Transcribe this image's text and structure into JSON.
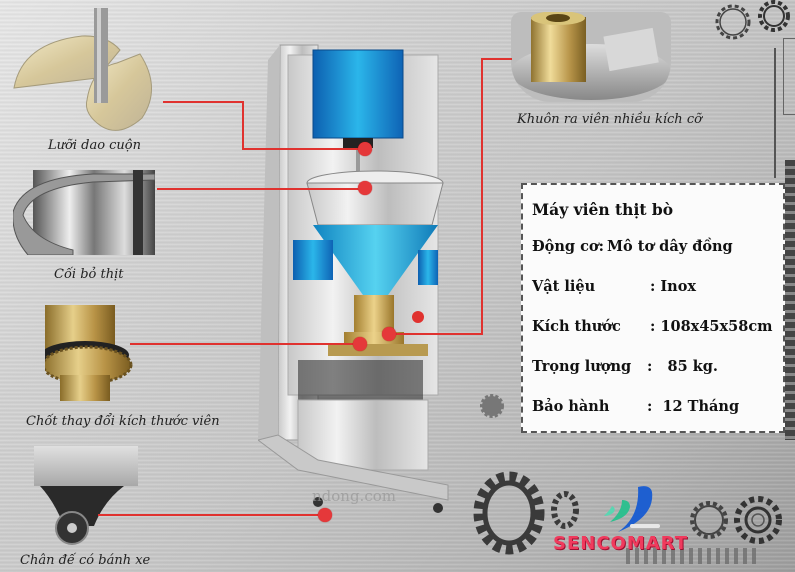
{
  "product": {
    "title": "Máy viên thịt bò",
    "watermark": "ndong.com"
  },
  "specs": [
    {
      "label": "Động cơ:",
      "value": "Mô tơ dây đồng",
      "inline": true
    },
    {
      "label": "Vật liệu",
      "value": ": Inox"
    },
    {
      "label": "Kích thước",
      "value": ": 108x45x58cm"
    },
    {
      "label": "Trọng lượng",
      "value": ":   85 kg."
    },
    {
      "label": "Bảo hành",
      "value": ":  12 Tháng"
    }
  ],
  "parts": [
    {
      "caption": "Lưỡi dao cuộn",
      "icon": "auger-blade"
    },
    {
      "caption": "Cối bỏ thịt",
      "icon": "hopper-bowl"
    },
    {
      "caption": "Chốt thay đổi kích thước viên",
      "icon": "brass-gear"
    },
    {
      "caption": "Chân đế có bánh xe",
      "icon": "caster-wheel"
    },
    {
      "caption": "Khuôn ra viên nhiều kích cỡ",
      "icon": "brass-mold"
    }
  ],
  "brand": {
    "name": "SENCOMART",
    "logo_icon": "swoosh-logo",
    "colors": {
      "text": "#f03a5d",
      "swoosh": "#1e5fd0",
      "accent_green": "#2fbf8f"
    }
  },
  "colors": {
    "callout_line": "#e0322f",
    "machine_blue": "#1ea0d8",
    "brass": "#c9a44c"
  }
}
